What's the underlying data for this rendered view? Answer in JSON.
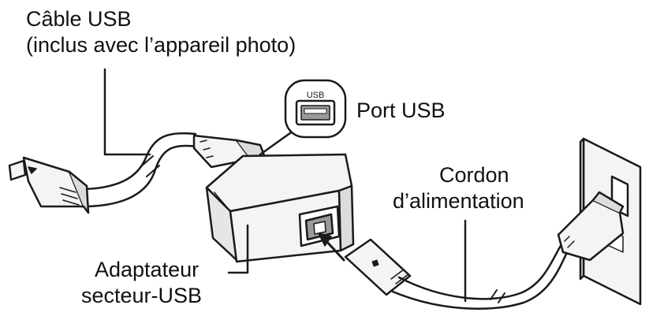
{
  "labels": {
    "usb_cable": [
      "Câble USB",
      "(inclus avec l’appareil photo)"
    ],
    "usb_port": "Port USB",
    "power_cord": [
      "Cordon",
      "d’alimentation"
    ],
    "adapter": [
      "Adaptateur",
      "secteur-USB"
    ]
  },
  "port_icon_text": "USB",
  "colors": {
    "line": "#1a1a1a",
    "fill_light": "#f4f4f4",
    "fill_mid": "#dcdcdc",
    "fill_dark": "#9a9a9a"
  }
}
